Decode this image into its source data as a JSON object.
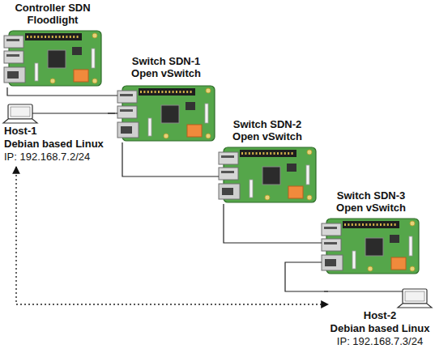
{
  "diagram": {
    "nodes": [
      {
        "text": [
          "Controller SDN Floodlight"
        ]
      },
      {
        "text": [
          "Switch SDN-1 Open vSwitch"
        ]
      },
      {
        "text": [
          "Host-1",
          "Debian based Linux",
          "IP: 192.168.7.2/24"
        ]
      },
      {
        "text": [
          "Switch SDN-2 Open vSwitch"
        ]
      },
      {
        "text": [
          "Switch SDN-3 Open vSwitch"
        ]
      },
      {
        "text": [
          "Host-2",
          "Debian based Linux",
          "IP: 192.168.7.3/24"
        ]
      }
    ],
    "edges": [
      {
        "from": 0,
        "to": 1,
        "arrow": "none"
      },
      {
        "from": 1,
        "to": 2,
        "arrow": "none"
      },
      {
        "from": 1,
        "to": 3,
        "arrow": "none"
      },
      {
        "from": 3,
        "to": 4,
        "arrow": "none"
      },
      {
        "from": 4,
        "to": 5,
        "arrow": "none"
      },
      {
        "from": 2,
        "to": 5,
        "arrow": "both"
      }
    ]
  }
}
